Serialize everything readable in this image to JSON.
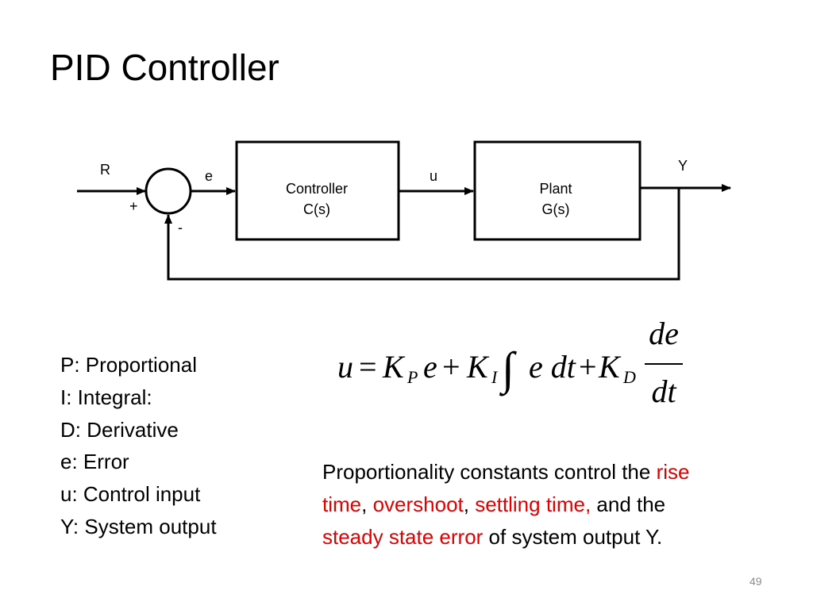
{
  "slide": {
    "title": "PID Controller",
    "number": "49"
  },
  "diagram": {
    "signals": {
      "reference": "R",
      "error": "e",
      "control": "u",
      "output": "Y"
    },
    "summing_junction": {
      "plus": "+",
      "minus": "-"
    },
    "controller": {
      "line1": "Controller",
      "line2": "C(s)"
    },
    "plant": {
      "line1": "Plant",
      "line2": "G(s)"
    }
  },
  "legend": [
    "P: Proportional",
    "I: Integral:",
    "D: Derivative",
    "e: Error",
    "u: Control input",
    "Y: System output"
  ],
  "formula": {
    "u": "u",
    "eq": "=",
    "K": "K",
    "P_sub": "P",
    "e": "e",
    "plus": "+",
    "I_sub": "I",
    "integral": "∫",
    "edt": "e dt",
    "D_sub": "D",
    "num": "de",
    "den": "dt"
  },
  "description": {
    "t1": "Proportionality constants control the ",
    "rise": "rise time",
    "c1": ", ",
    "overshoot": "overshoot",
    "c2": ", ",
    "settling": "settling time,",
    "t2": " and the ",
    "steady": "steady state error",
    "t3": " of system output Y."
  },
  "colors": {
    "highlight": "#e00000",
    "text": "#000000"
  }
}
